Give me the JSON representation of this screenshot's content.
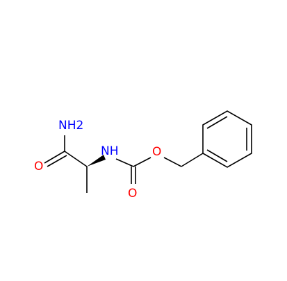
{
  "structure": {
    "atoms": [
      {
        "id": "nh2",
        "label": "NH2",
        "color": "#0000ff"
      },
      {
        "id": "o_amide",
        "label": "O",
        "color": "#ff0000"
      },
      {
        "id": "nh",
        "label": "NH",
        "color": "#0000ff"
      },
      {
        "id": "o_ester",
        "label": "O",
        "color": "#ff0000"
      },
      {
        "id": "o_carbonyl",
        "label": "O",
        "color": "#ff0000"
      }
    ],
    "bond_color": "#000000"
  }
}
